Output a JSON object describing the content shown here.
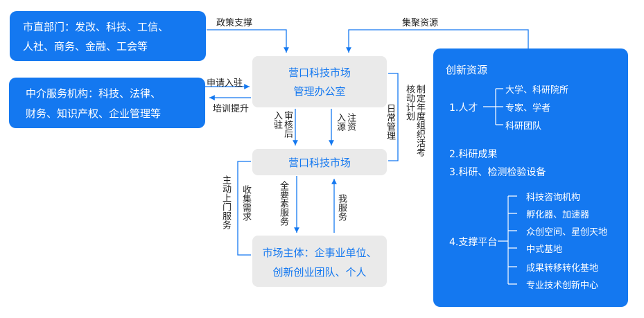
{
  "left_boxes": {
    "city_depts": [
      "市直部门：发改、科技、工信、",
      "人社、商务、金融、工会等"
    ],
    "agencies": [
      "中介服务机构：科技、法律、",
      "财务、知识产权、企业管理等"
    ]
  },
  "center": {
    "office": [
      "营口科技市场",
      "管理办公室"
    ],
    "market": "营口科技市场",
    "subjects": [
      "市场主体：企事业单位、",
      "创新创业团队、个人"
    ]
  },
  "labels": {
    "policy_support": "政策支撑",
    "gather_resources": "集聚资源",
    "apply_entry": "申请入驻",
    "training": "培训提升",
    "review_entry": "审核后入驻",
    "capital_entry": "注资入源",
    "daily_mgmt": "日常管理",
    "plan": "制定年度组织活考核动计划",
    "door_service": "主动上门服务",
    "collect_needs": "收集需求",
    "full_service": "全要素服务",
    "my_service": "我服务"
  },
  "resources": {
    "title": "创新资源",
    "talent": {
      "label": "1.人才",
      "items": [
        "大学、科研院所",
        "专家、学者",
        "科研团队"
      ]
    },
    "achievements": "2.科研成果",
    "equipment": "3.科研、检测检验设备",
    "platform": {
      "label": "4.支撑平台",
      "items": [
        "科技咨询机构",
        "孵化器、加速器",
        "众创空间、星创天地",
        "中式基地",
        "成果转移转化基地",
        "专业技术创新中心"
      ]
    }
  }
}
